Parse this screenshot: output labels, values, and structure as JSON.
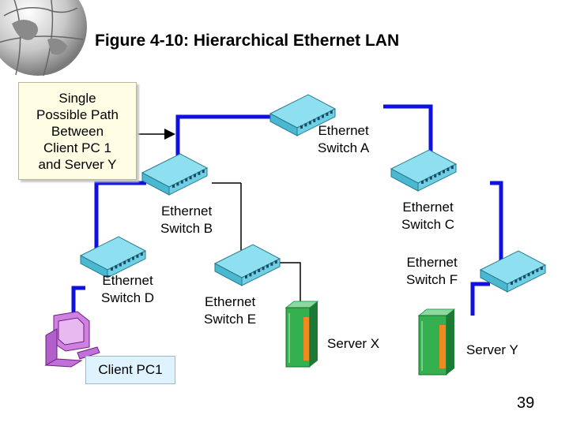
{
  "title": "Figure 4-10: Hierarchical Ethernet LAN",
  "callout": {
    "lines": [
      "Single",
      "Possible Path",
      "Between",
      "Client PC 1",
      "and Server Y"
    ]
  },
  "switches": {
    "a": {
      "line1": "Ethernet",
      "line2": "Switch A"
    },
    "b": {
      "line1": "Ethernet",
      "line2": "Switch B"
    },
    "c": {
      "line1": "Ethernet",
      "line2": "Switch C"
    },
    "d": {
      "line1": "Ethernet",
      "line2": "Switch D"
    },
    "e": {
      "line1": "Ethernet",
      "line2": "Switch E"
    },
    "f": {
      "line1": "Ethernet",
      "line2": "Switch F"
    }
  },
  "servers": {
    "x": "Server X",
    "y": "Server Y"
  },
  "client": "Client PC1",
  "page_number": "39",
  "colors": {
    "path": "#1010e0",
    "link": "#000000",
    "switch": "#8ee0f0",
    "server": "#2ca84a",
    "pc": "#d080e0"
  }
}
